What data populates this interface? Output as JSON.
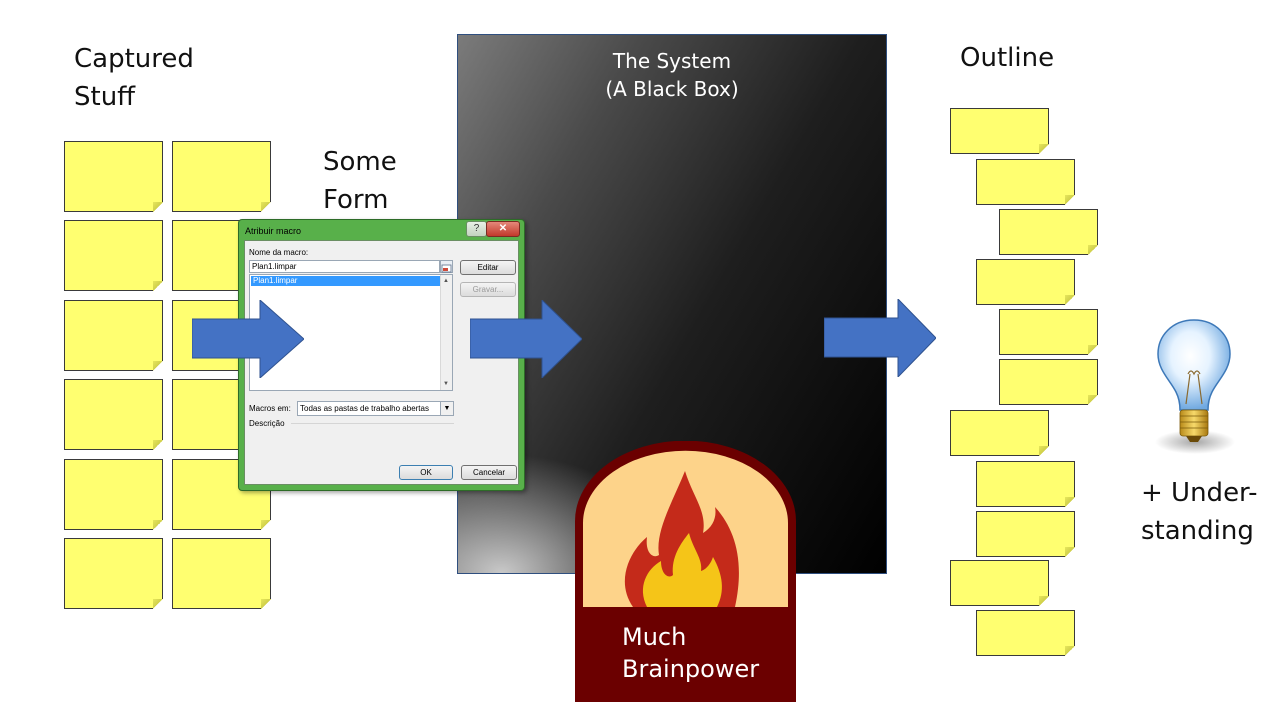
{
  "labels": {
    "captured_line1": "Captured",
    "captured_line2": "Stuff",
    "form_line1": "Some",
    "form_line2": "Form",
    "system_line1": "The System",
    "system_line2": "(A Black Box)",
    "outline": "Outline",
    "understanding_line1": "+ Under-",
    "understanding_line2": "standing",
    "brainpower_line1": "Much",
    "brainpower_line2": "Brainpower"
  },
  "dialog": {
    "title": "Atribuir macro",
    "help_glyph": "?",
    "close_glyph": "✕",
    "name_label": "Nome da macro:",
    "name_value": "Plan1.limpar",
    "list_items": [
      "Plan1.limpar"
    ],
    "edit_button": "Editar",
    "record_button": "Gravar...",
    "macros_in_label": "Macros em:",
    "macros_in_value": "Todas as pastas de trabalho abertas",
    "description_label": "Descrição",
    "ok_button": "OK",
    "cancel_button": "Cancelar"
  },
  "colors": {
    "sticky_note": "#ffff70",
    "arrow": "#4472c4",
    "furnace_dark": "#6b0000",
    "furnace_light": "#fdd38a",
    "flame_red": "#c42a1a",
    "flame_yellow": "#f5c518"
  },
  "icons": {
    "bulb": "lightbulb-icon",
    "fire": "fire-icon"
  }
}
